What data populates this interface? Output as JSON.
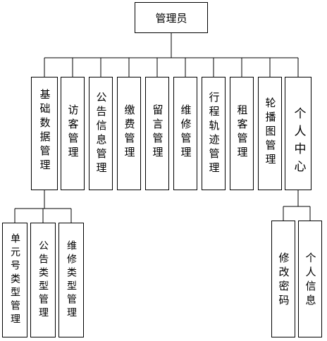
{
  "root": {
    "label": "管理员"
  },
  "modules": [
    {
      "label": "基础数据管理"
    },
    {
      "label": "访客管理"
    },
    {
      "label": "公告信息管理"
    },
    {
      "label": "缴费管理"
    },
    {
      "label": "留言管理"
    },
    {
      "label": "维修管理"
    },
    {
      "label": "行程轨迹管理"
    },
    {
      "label": "租客管理"
    },
    {
      "label": "轮播图管理"
    },
    {
      "label": "个人中心"
    }
  ],
  "basic_children": [
    {
      "label": "单元号类型管理"
    },
    {
      "label": "公告类型管理"
    },
    {
      "label": "维修类型管理"
    }
  ],
  "center_children": [
    {
      "label": "修改密码"
    },
    {
      "label": "个人信息"
    }
  ]
}
